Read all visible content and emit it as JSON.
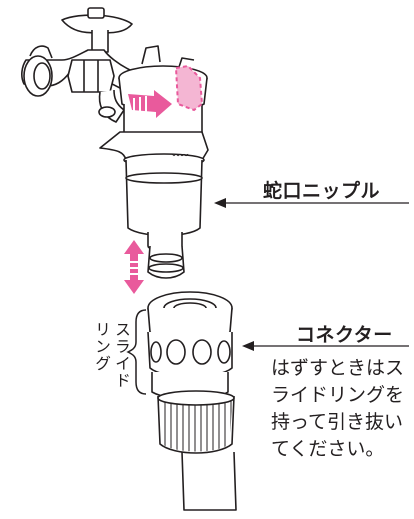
{
  "labels": {
    "faucet_nipple": "蛇口ニップル",
    "connector": "コネクター",
    "slide_ring": [
      "スライド",
      "リング"
    ],
    "instructions": [
      "はずすときはス",
      "ライドリングを",
      "持って引き抜い",
      "てください。"
    ]
  },
  "colors": {
    "line": "#231f20",
    "accent": "#e95a9c",
    "accent_light": "#f4b6d3"
  }
}
